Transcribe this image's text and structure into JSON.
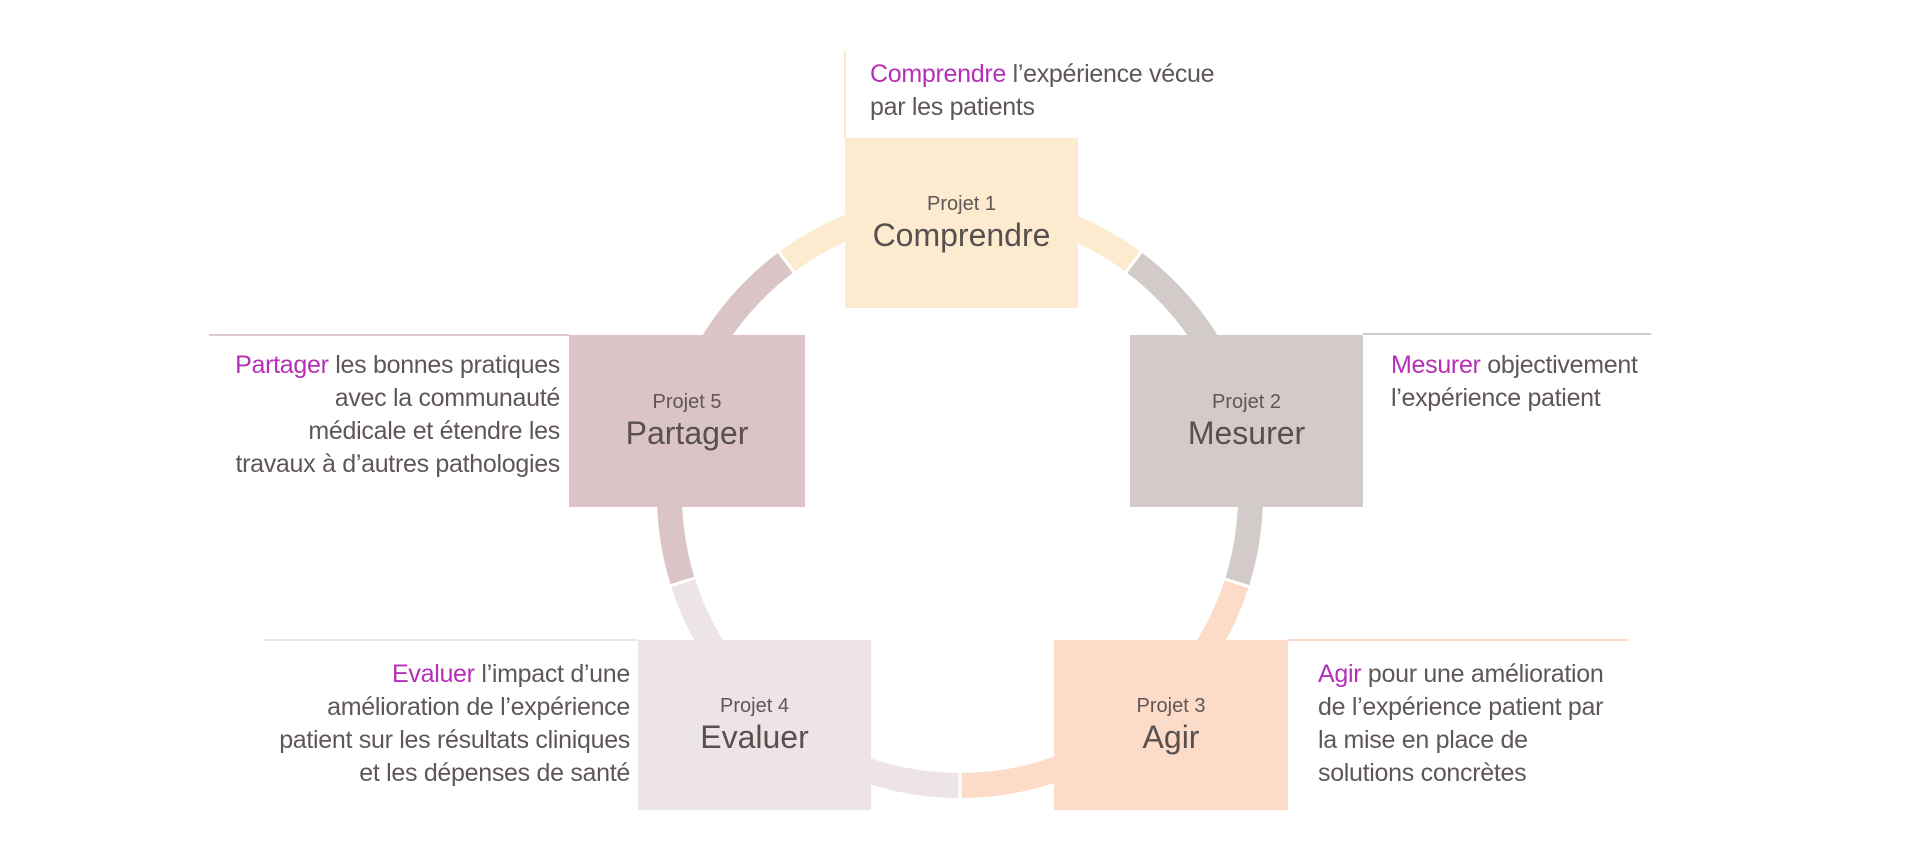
{
  "diagram": {
    "type": "cycle",
    "accent_color": "#b530b6",
    "text_color": "#5f5757",
    "projects": [
      {
        "id": 1,
        "number_label": "Projet 1",
        "title": "Comprendre",
        "color": "#fdebcf",
        "description": {
          "keyword": "Comprendre",
          "lines": [
            " l’expérience vécue",
            "par les patients"
          ]
        }
      },
      {
        "id": 2,
        "number_label": "Projet 2",
        "title": "Mesurer",
        "color": "#d3cbca",
        "description": {
          "keyword": "Mesurer",
          "lines": [
            " objectivement",
            "l’expérience patient"
          ]
        }
      },
      {
        "id": 3,
        "number_label": "Projet 3",
        "title": "Agir",
        "color": "#fcdcc8",
        "description": {
          "keyword": "Agir",
          "lines": [
            " pour une amélioration",
            "de l’expérience patient par",
            "la mise en place de",
            "solutions concrètes"
          ]
        }
      },
      {
        "id": 4,
        "number_label": "Projet 4",
        "title": "Evaluer",
        "color": "#ede5e5",
        "description": {
          "keyword": "Evaluer",
          "lines": [
            " l’impact d’une",
            "amélioration de l’expérience",
            "patient sur les résultats cliniques",
            "et les dépenses de santé"
          ]
        }
      },
      {
        "id": 5,
        "number_label": "Projet 5",
        "title": "Partager",
        "color": "#dbc4c5",
        "description": {
          "keyword": "Partager",
          "lines": [
            " les bonnes pratiques",
            "avec la communauté",
            "médicale et étendre les",
            "travaux à d’autres pathologies"
          ]
        }
      }
    ]
  }
}
